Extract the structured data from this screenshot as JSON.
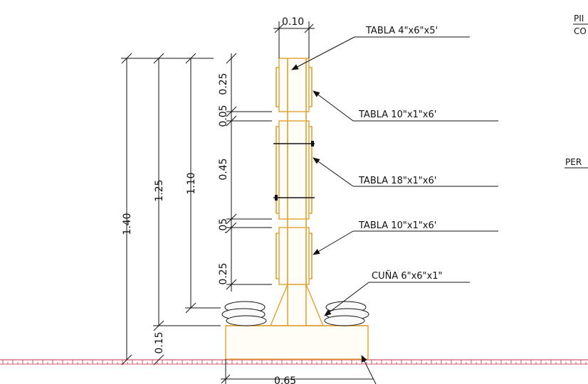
{
  "labels": {
    "tabla_top": "TABLA  4\"x6\"x5'",
    "tabla_upper": "TABLA  10\"x1\"x6'",
    "tabla_middle": "TABLA  18\"x1\"x6'",
    "tabla_lower": "TABLA  10\"x1\"x6'",
    "cuna": "CUÑA  6\"x6\"x1\""
  },
  "dimensions": {
    "width_top": "0.10",
    "width_base": "0.65",
    "total_height": "1.40",
    "height_125": "1.25",
    "height_110": "1.10",
    "base_height": "0.15",
    "seg_top": "0.25",
    "gap_upper": "0.05",
    "seg_middle": "0.45",
    "gap_lower": ".05",
    "seg_bottom": "0.25"
  },
  "cut_off_text": {
    "line1": "PII",
    "line2": "CO",
    "line3": "PER"
  },
  "colors": {
    "lines": "#111111",
    "wood": "#e0a030",
    "ground": "#d2566a"
  }
}
